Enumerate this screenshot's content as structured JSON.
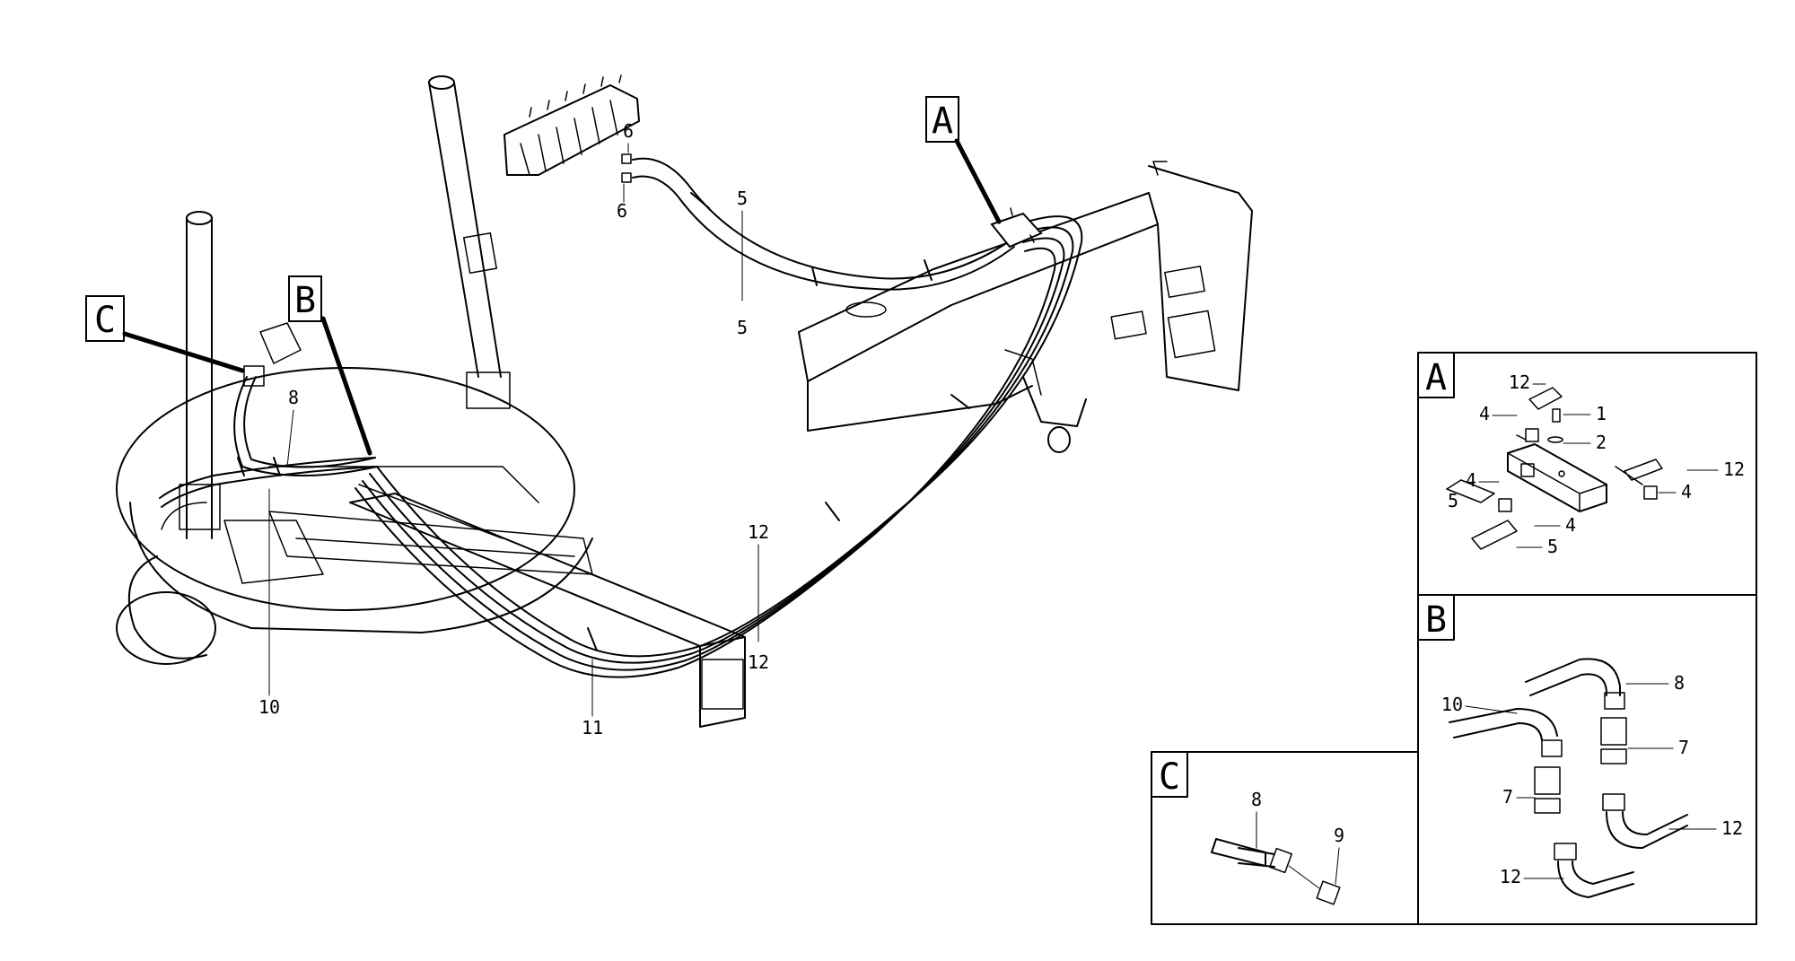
{
  "callouts": {
    "a": "A",
    "b": "B",
    "c": "C"
  },
  "main_labels": {
    "l6a": "6",
    "l6b": "6",
    "l5a": "5",
    "l5b": "5",
    "l8": "8",
    "l10": "10",
    "l11": "11",
    "l12a": "12",
    "l12b": "12"
  },
  "detail_a": {
    "title": "A",
    "labels": {
      "l12a": "12",
      "l1": "1",
      "l4a": "4",
      "l2": "2",
      "l4b": "4",
      "l12b": "12",
      "l5a": "5",
      "l4c": "4",
      "l4d": "4",
      "l5b": "5"
    }
  },
  "detail_b": {
    "title": "B",
    "labels": {
      "l8": "8",
      "l10": "10",
      "l7a": "7",
      "l7b": "7",
      "l12a": "12",
      "l12b": "12"
    }
  },
  "detail_c": {
    "title": "C",
    "labels": {
      "l8": "8",
      "l9": "9"
    }
  }
}
